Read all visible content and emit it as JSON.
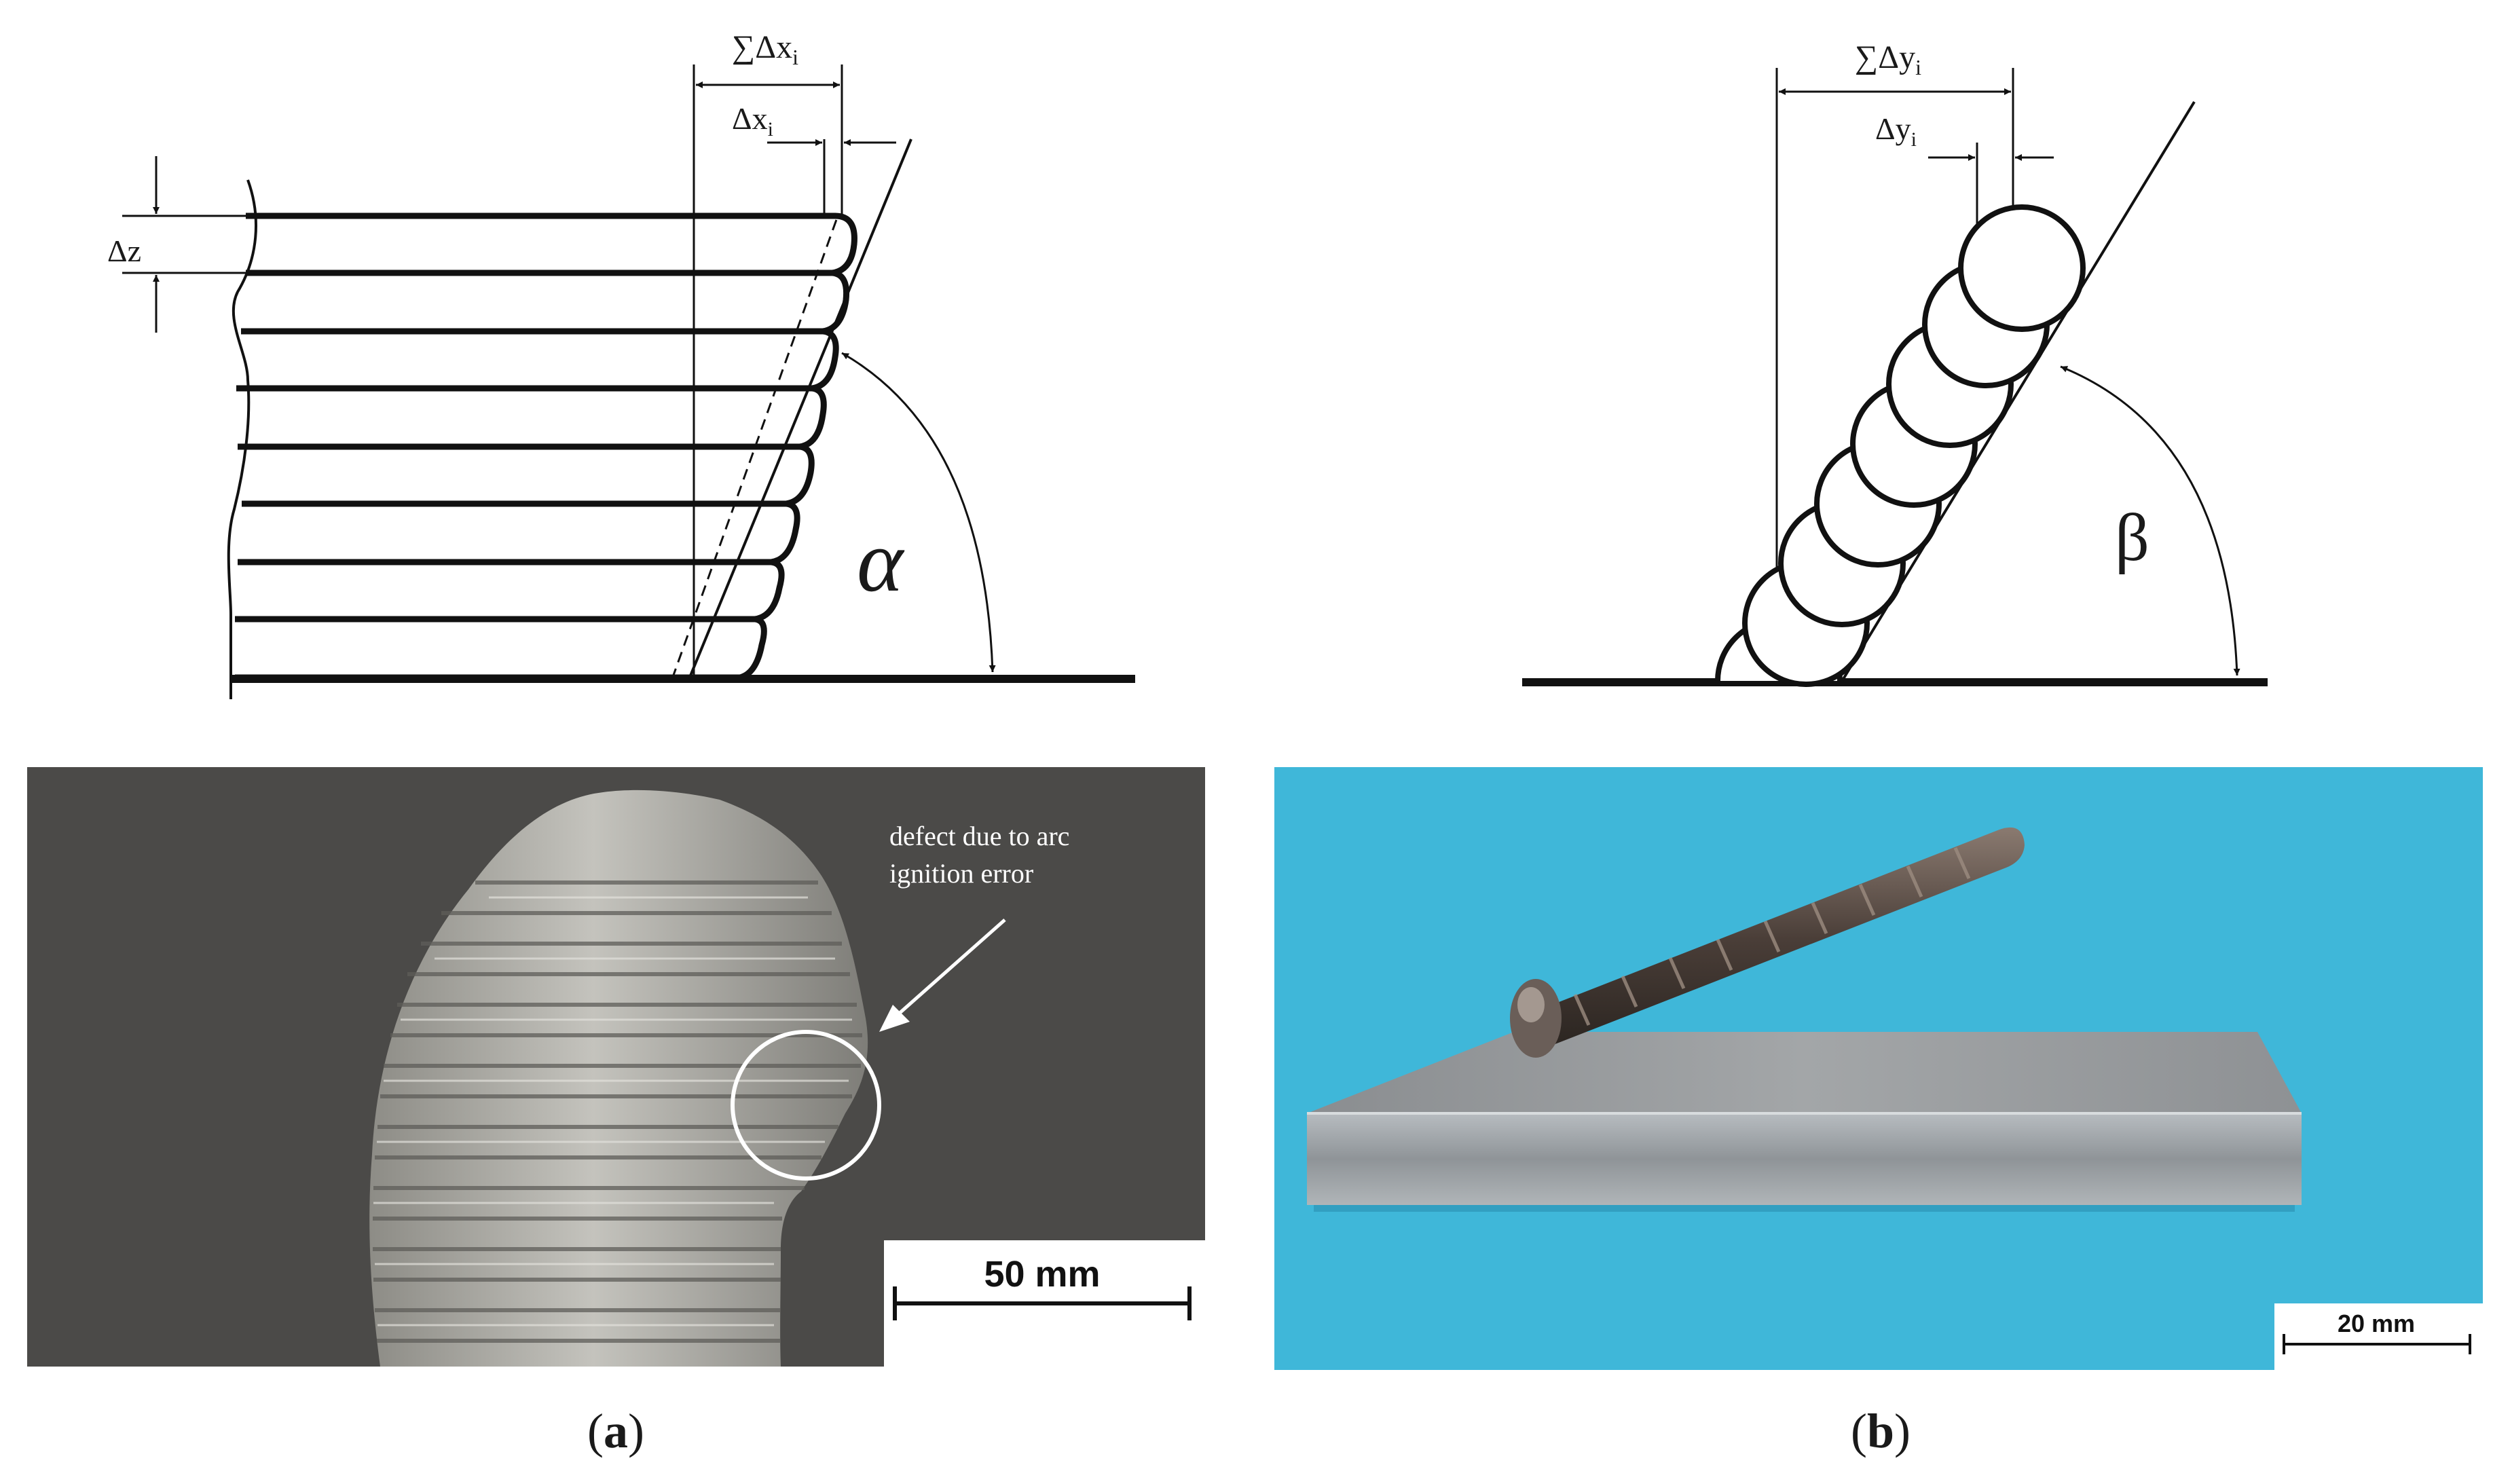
{
  "panel_a": {
    "diagram": {
      "label_sum_dx": "∑Δx",
      "label_sum_dx_sub": "i",
      "label_dx": "Δx",
      "label_dx_sub": "i",
      "label_dz": "Δz",
      "angle_symbol": "α"
    },
    "photo": {
      "annotation_line1": "defect due to arc",
      "annotation_line2": "ignition error",
      "scale_bar_label": "50 mm"
    },
    "caption_open": "(",
    "caption_letter": "a",
    "caption_close": ")"
  },
  "panel_b": {
    "diagram": {
      "label_sum_dy": "∑Δy",
      "label_sum_dy_sub": "i",
      "label_dy": "Δy",
      "label_dy_sub": "i",
      "angle_symbol": "β"
    },
    "photo": {
      "scale_bar_label": "20 mm"
    },
    "caption_open": "(",
    "caption_letter": "b",
    "caption_close": ")"
  },
  "colors": {
    "photo_a_background": "#4b4a48",
    "photo_b_background": "#3fb7d9",
    "metal": "#a9a8a2"
  }
}
